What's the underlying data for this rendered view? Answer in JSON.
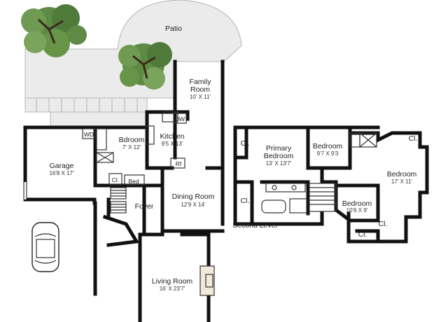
{
  "outdoor": {
    "patio": "Patio"
  },
  "first_level": {
    "garage": {
      "name": "Garage",
      "size": "16'8 X 17'"
    },
    "family_room": {
      "name_1": "Family",
      "name_2": "Room",
      "size": "10' X 11'"
    },
    "bedroom": {
      "name": "Bdroom",
      "size": "7' X 12'"
    },
    "kitchen": {
      "name": "Kitchen",
      "size": "9'5 X 13'"
    },
    "dining_room": {
      "name": "Dining Room",
      "size": "12'9 X 14'"
    },
    "foyer": {
      "name": "Foyer"
    },
    "living_room": {
      "name": "Living Room",
      "size": "16' X 23'7'"
    },
    "fixtures": {
      "wd": "WD",
      "dw": "DW",
      "rf": "Rf",
      "cl": "Cl.",
      "bed": "Bed"
    }
  },
  "second_level": {
    "level_label": "Second Level",
    "primary_bedroom": {
      "name_1": "Primary",
      "name_2": "Bedroom",
      "size": "13' X 13'7'"
    },
    "bedroom_a": {
      "name": "Bedroom",
      "size": "9'7 X 9'3"
    },
    "bedroom_b": {
      "name": "Bedroom",
      "size": "17' X 11'"
    },
    "bedroom_c": {
      "name": "Bedroom",
      "size": "10'6 X 9'"
    },
    "closet_label": "Cl."
  },
  "colors": {
    "walls": "#111111",
    "paving": "#ebebeb",
    "tree": "#4f7a3a"
  }
}
